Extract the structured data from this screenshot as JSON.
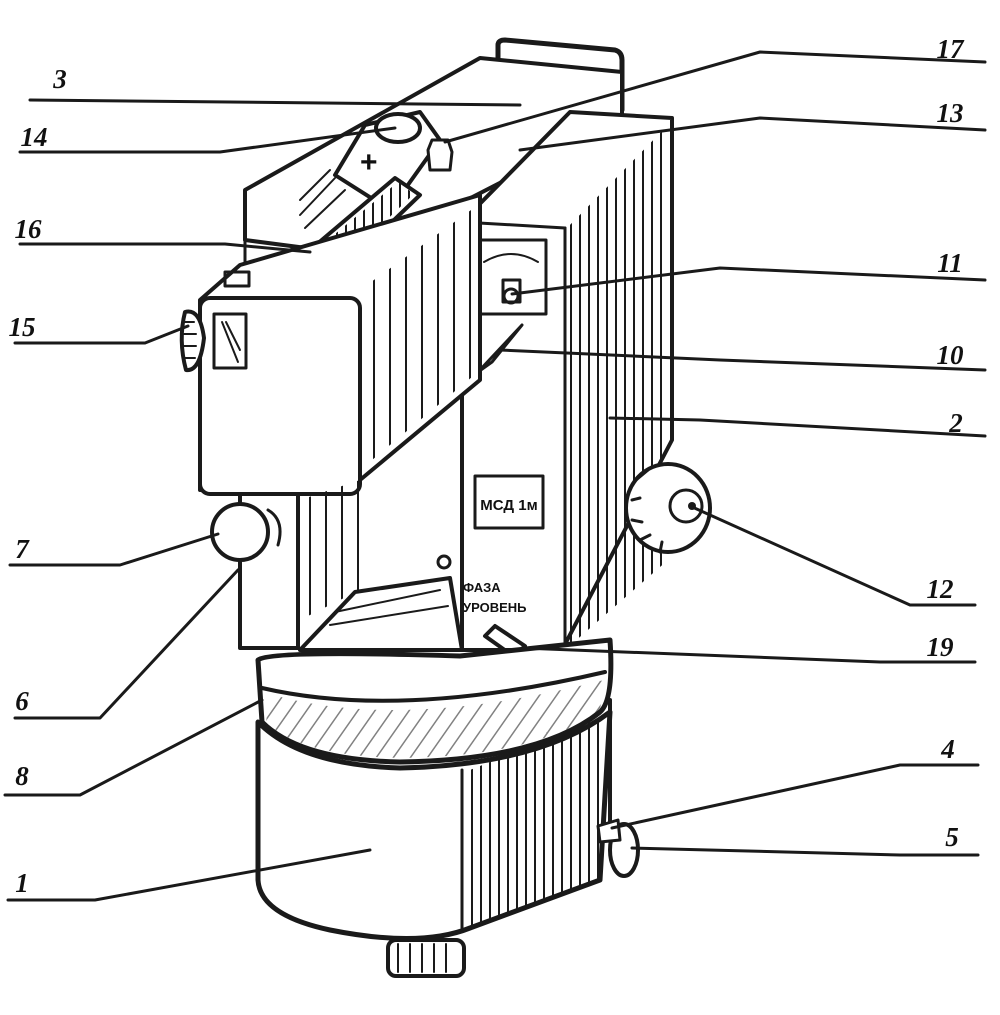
{
  "figure": {
    "plate_model": "МСД 1м",
    "plate_switch_line1": "ФАЗА",
    "plate_switch_line2": "УРОВЕНЬ",
    "plus_sign": "+"
  },
  "callouts": [
    {
      "id": "3",
      "label": "3"
    },
    {
      "id": "14",
      "label": "14"
    },
    {
      "id": "16",
      "label": "16"
    },
    {
      "id": "15",
      "label": "15"
    },
    {
      "id": "7",
      "label": "7"
    },
    {
      "id": "6",
      "label": "6"
    },
    {
      "id": "8",
      "label": "8"
    },
    {
      "id": "1",
      "label": "1"
    },
    {
      "id": "17",
      "label": "17"
    },
    {
      "id": "13",
      "label": "13"
    },
    {
      "id": "11",
      "label": "11"
    },
    {
      "id": "10",
      "label": "10"
    },
    {
      "id": "2",
      "label": "2"
    },
    {
      "id": "12",
      "label": "12"
    },
    {
      "id": "19",
      "label": "19"
    },
    {
      "id": "4",
      "label": "4"
    },
    {
      "id": "5",
      "label": "5"
    }
  ],
  "colors": {
    "ink": "#1a1a1a",
    "paper": "#ffffff"
  }
}
